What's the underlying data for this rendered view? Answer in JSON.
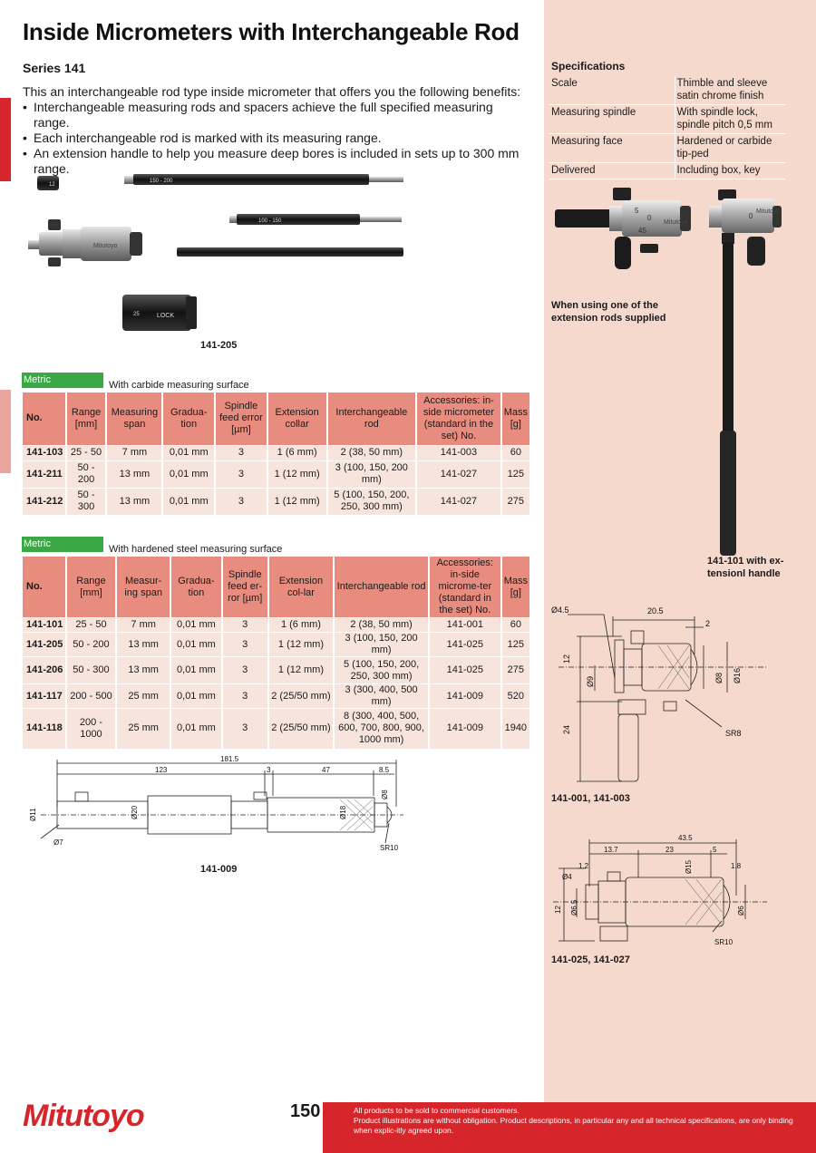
{
  "header": {
    "title": "Inside Micrometers with Interchangeable Rod",
    "series": "Series 141",
    "intro": "This an interchangeable rod type inside micrometer that offers you the following benefits:",
    "benefits": [
      "Interchangeable measuring rods and spacers achieve the full specified measuring range.",
      "Each interchangeable rod is marked with its measuring range.",
      "An extension handle to help you measure deep bores is included in sets up to 300 mm range."
    ]
  },
  "photos": {
    "set_caption": "141-205",
    "rod_labels": [
      "150 - 200",
      "100 - 150"
    ],
    "small_part_label": "12",
    "collar_labels": [
      "25",
      "LOCK"
    ],
    "brand_on_body": "Mitutoyo"
  },
  "table1": {
    "tag": "Metric",
    "subtitle": "With carbide measuring surface",
    "headers": [
      "No.",
      "Range [mm]",
      "Measuring span",
      "Gradua-tion",
      "Spindle feed error [µm]",
      "Extension collar",
      "Interchangeable rod",
      "Accessories: in-side micrometer (standard in the set) No.",
      "Mass [g]"
    ],
    "rows": [
      [
        "141-103",
        "25 - 50",
        "7 mm",
        "0,01 mm",
        "3",
        "1 (6 mm)",
        "2 (38, 50 mm)",
        "141-003",
        "60"
      ],
      [
        "141-211",
        "50 - 200",
        "13 mm",
        "0,01 mm",
        "3",
        "1 (12 mm)",
        "3 (100, 150, 200 mm)",
        "141-027",
        "125"
      ],
      [
        "141-212",
        "50 - 300",
        "13 mm",
        "0,01 mm",
        "3",
        "1 (12 mm)",
        "5 (100, 150, 200, 250, 300 mm)",
        "141-027",
        "275"
      ]
    ]
  },
  "table2": {
    "tag": "Metric",
    "subtitle": "With hardened steel measuring surface",
    "headers": [
      "No.",
      "Range [mm]",
      "Measur-ing span",
      "Gradua-tion",
      "Spindle feed er-ror [µm]",
      "Extension col-lar",
      "Interchangeable rod",
      "Accessories: in-side microme-ter (standard in the set) No.",
      "Mass [g]"
    ],
    "rows": [
      [
        "141-101",
        "25 - 50",
        "7 mm",
        "0,01 mm",
        "3",
        "1 (6 mm)",
        "2 (38, 50 mm)",
        "141-001",
        "60"
      ],
      [
        "141-205",
        "50 - 200",
        "13 mm",
        "0,01 mm",
        "3",
        "1 (12 mm)",
        "3 (100, 150, 200 mm)",
        "141-025",
        "125"
      ],
      [
        "141-206",
        "50 - 300",
        "13 mm",
        "0,01 mm",
        "3",
        "1 (12 mm)",
        "5 (100, 150, 200, 250, 300 mm)",
        "141-025",
        "275"
      ],
      [
        "141-117",
        "200 - 500",
        "25 mm",
        "0,01 mm",
        "3",
        "2 (25/50 mm)",
        "3 (300, 400, 500 mm)",
        "141-009",
        "520"
      ],
      [
        "141-118",
        "200 - 1000",
        "25 mm",
        "0,01 mm",
        "3",
        "2 (25/50 mm)",
        "8 (300, 400, 500, 600, 700, 800, 900, 1000 mm)",
        "141-009",
        "1940"
      ]
    ]
  },
  "drawing_009": {
    "caption": "141-009",
    "dims": [
      "181.5",
      "123",
      "3",
      "47",
      "8.5",
      "Ø11",
      "Ø20",
      "Ø18",
      "Ø8",
      "Ø7",
      "SR10"
    ]
  },
  "specs": {
    "title": "Specifications",
    "rows": [
      {
        "key": "Scale",
        "value": "Thimble and sleeve satin chrome finish"
      },
      {
        "key": "Measuring spindle",
        "value": "With spindle lock, spindle pitch 0,5 mm"
      },
      {
        "key": "Measuring face",
        "value": "Hardened or carbide tip-ped"
      },
      {
        "key": "Delivered",
        "value": "Including box, key"
      }
    ]
  },
  "side_photos": {
    "ext_caption": "When using one of the extension rods supplied",
    "handle_caption": "141-101 with ex-tensionl handle",
    "dial_marks": [
      "0",
      "5",
      "45"
    ],
    "brand_on_body": "Mitutoyo"
  },
  "drawing_001": {
    "caption": "141-001, 141-003",
    "dims": [
      "Ø4.5",
      "20.5",
      "2",
      "12",
      "Ø9",
      "Ø8",
      "Ø16",
      "24",
      "SR8"
    ]
  },
  "drawing_025": {
    "caption": "141-025, 141-027",
    "dims": [
      "43.5",
      "13.7",
      "23",
      "5",
      "1.2",
      "Ø15",
      "1.8",
      "Ø4",
      "12",
      "Ø6.5",
      "Ø6",
      "SR10"
    ]
  },
  "footer": {
    "logo": "Mitutoyo",
    "page": "150",
    "note1": "All products to be sold to commercial customers.",
    "note2": "Product illustrations are without obligation. Product descriptions, in particular any and all technical specifications, are only binding when explic-itly agreed upon."
  },
  "colors": {
    "brand_red": "#d7262b",
    "sidebar": "#f4d9cc",
    "table_header": "#e88c7f",
    "table_row": "#f7e5dd",
    "metric_tag": "#3aa845"
  }
}
